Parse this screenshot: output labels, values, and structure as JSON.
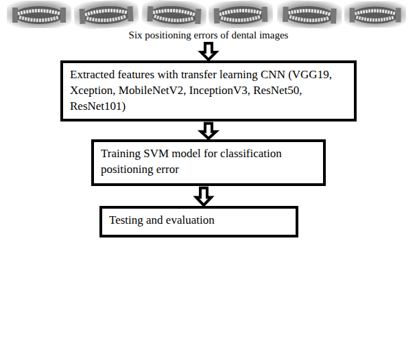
{
  "diagram": {
    "nodes": [
      {
        "text": [
          "Six positioning errors of dental images"
        ]
      },
      {
        "text": [
          "Extracted features with transfer learning CNN (VGG19, Xception, MobileNetV2, InceptionV3, ResNet50, ResNet101)"
        ]
      },
      {
        "text": [
          "Training SVM model for classification positioning error"
        ]
      },
      {
        "text": [
          "Testing and evaluation"
        ]
      }
    ],
    "edges": [
      {
        "from": 0,
        "to": 1,
        "arrow": "to"
      },
      {
        "from": 1,
        "to": 2,
        "arrow": "to"
      },
      {
        "from": 2,
        "to": 3,
        "arrow": "to"
      }
    ]
  }
}
